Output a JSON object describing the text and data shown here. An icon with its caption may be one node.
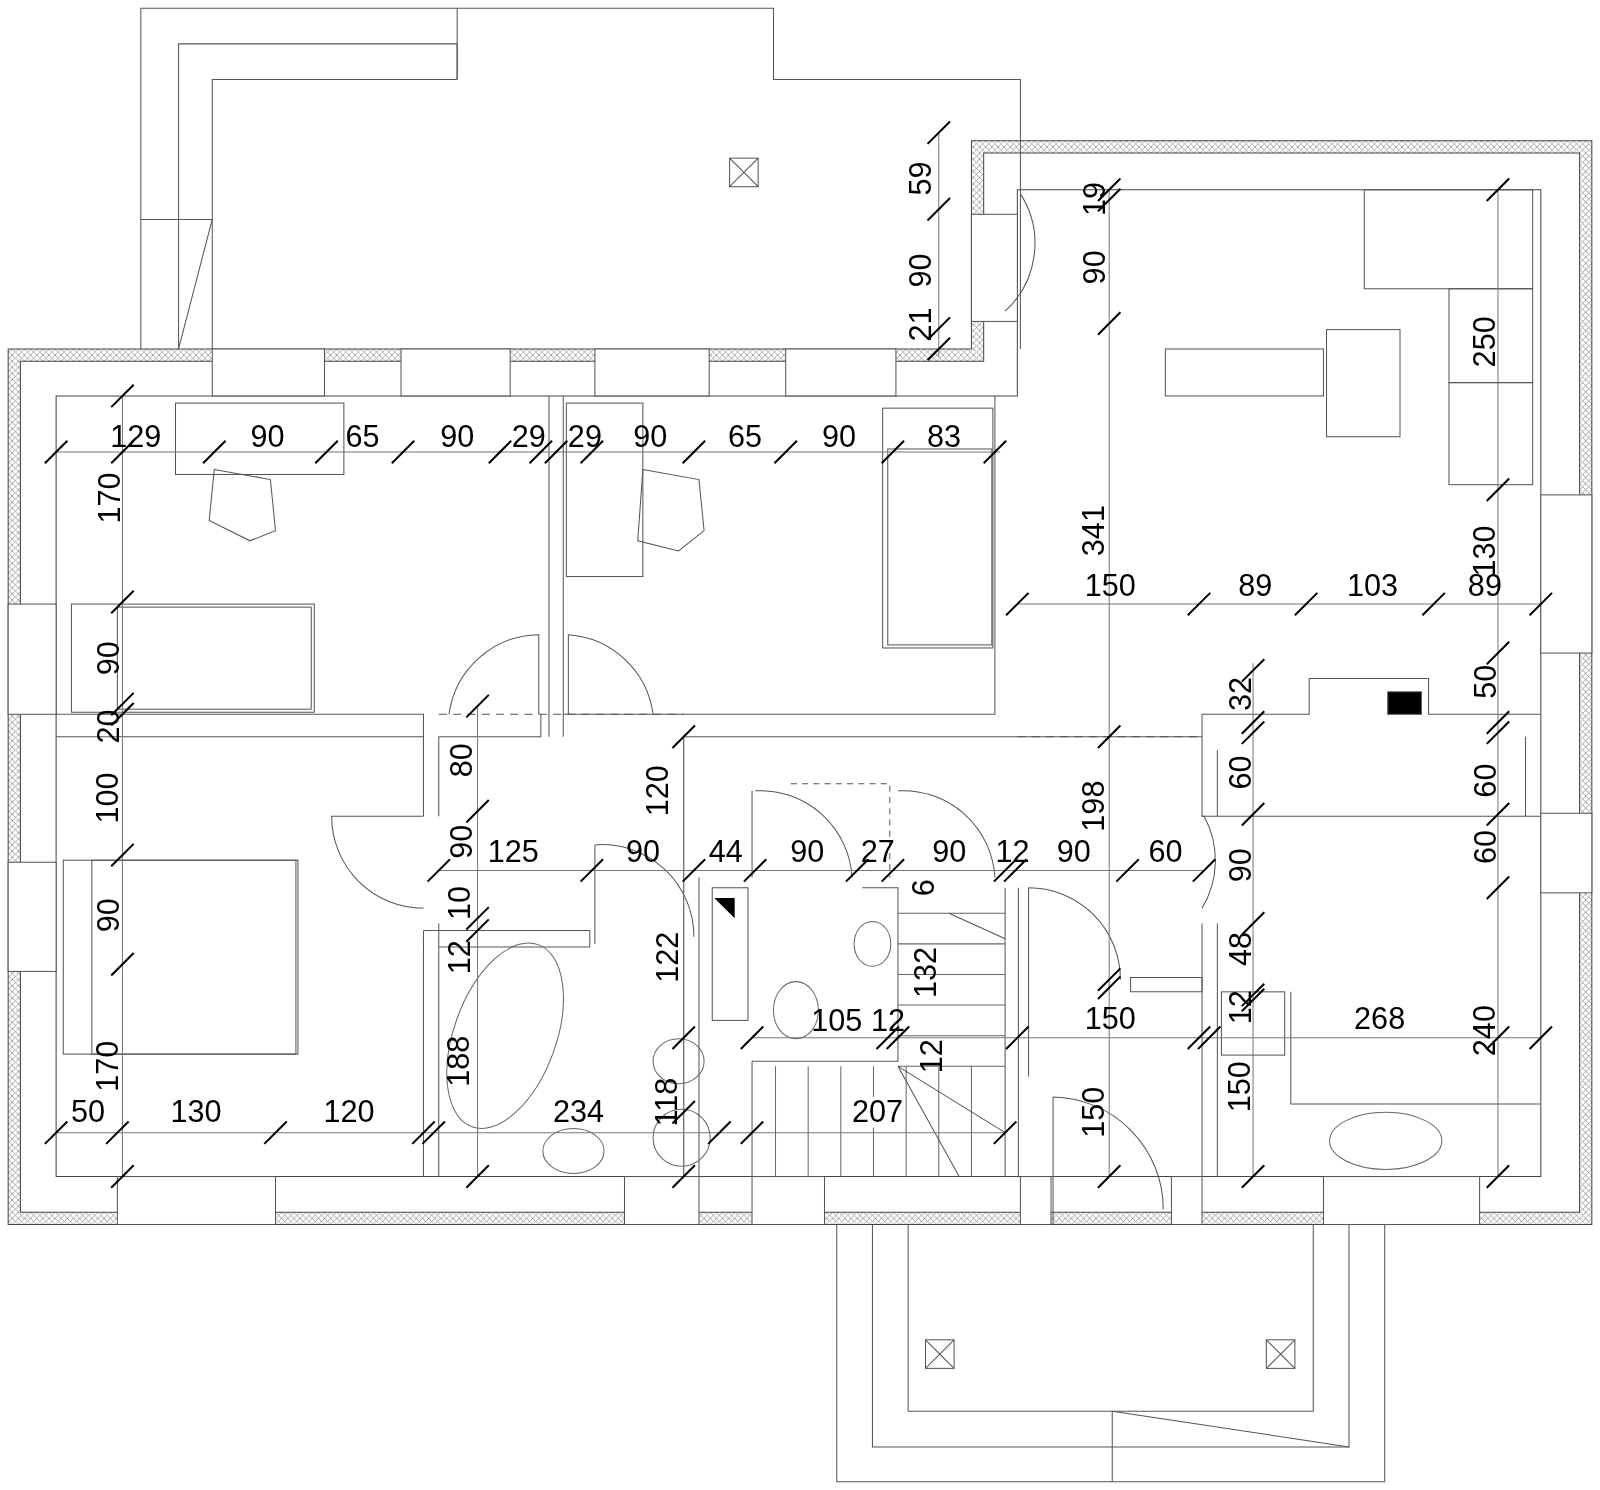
{
  "diagram": {
    "labels": [
      "59",
      "90",
      "21",
      "19",
      "90",
      "250",
      "129",
      "90",
      "65",
      "90",
      "29",
      "29",
      "90",
      "65",
      "90",
      "83",
      "170",
      "341",
      "130",
      "150",
      "89",
      "103",
      "89",
      "90",
      "32",
      "50",
      "20",
      "100",
      "80",
      "120",
      "60",
      "60",
      "198",
      "90",
      "125",
      "90",
      "44",
      "90",
      "27",
      "90",
      "12",
      "90",
      "60",
      "90",
      "60",
      "90",
      "10",
      "6",
      "12",
      "122",
      "132",
      "48",
      "12",
      "105",
      "12",
      "150",
      "268",
      "240",
      "12",
      "170",
      "188",
      "150",
      "150",
      "50",
      "130",
      "120",
      "234",
      "118",
      "207"
    ]
  }
}
